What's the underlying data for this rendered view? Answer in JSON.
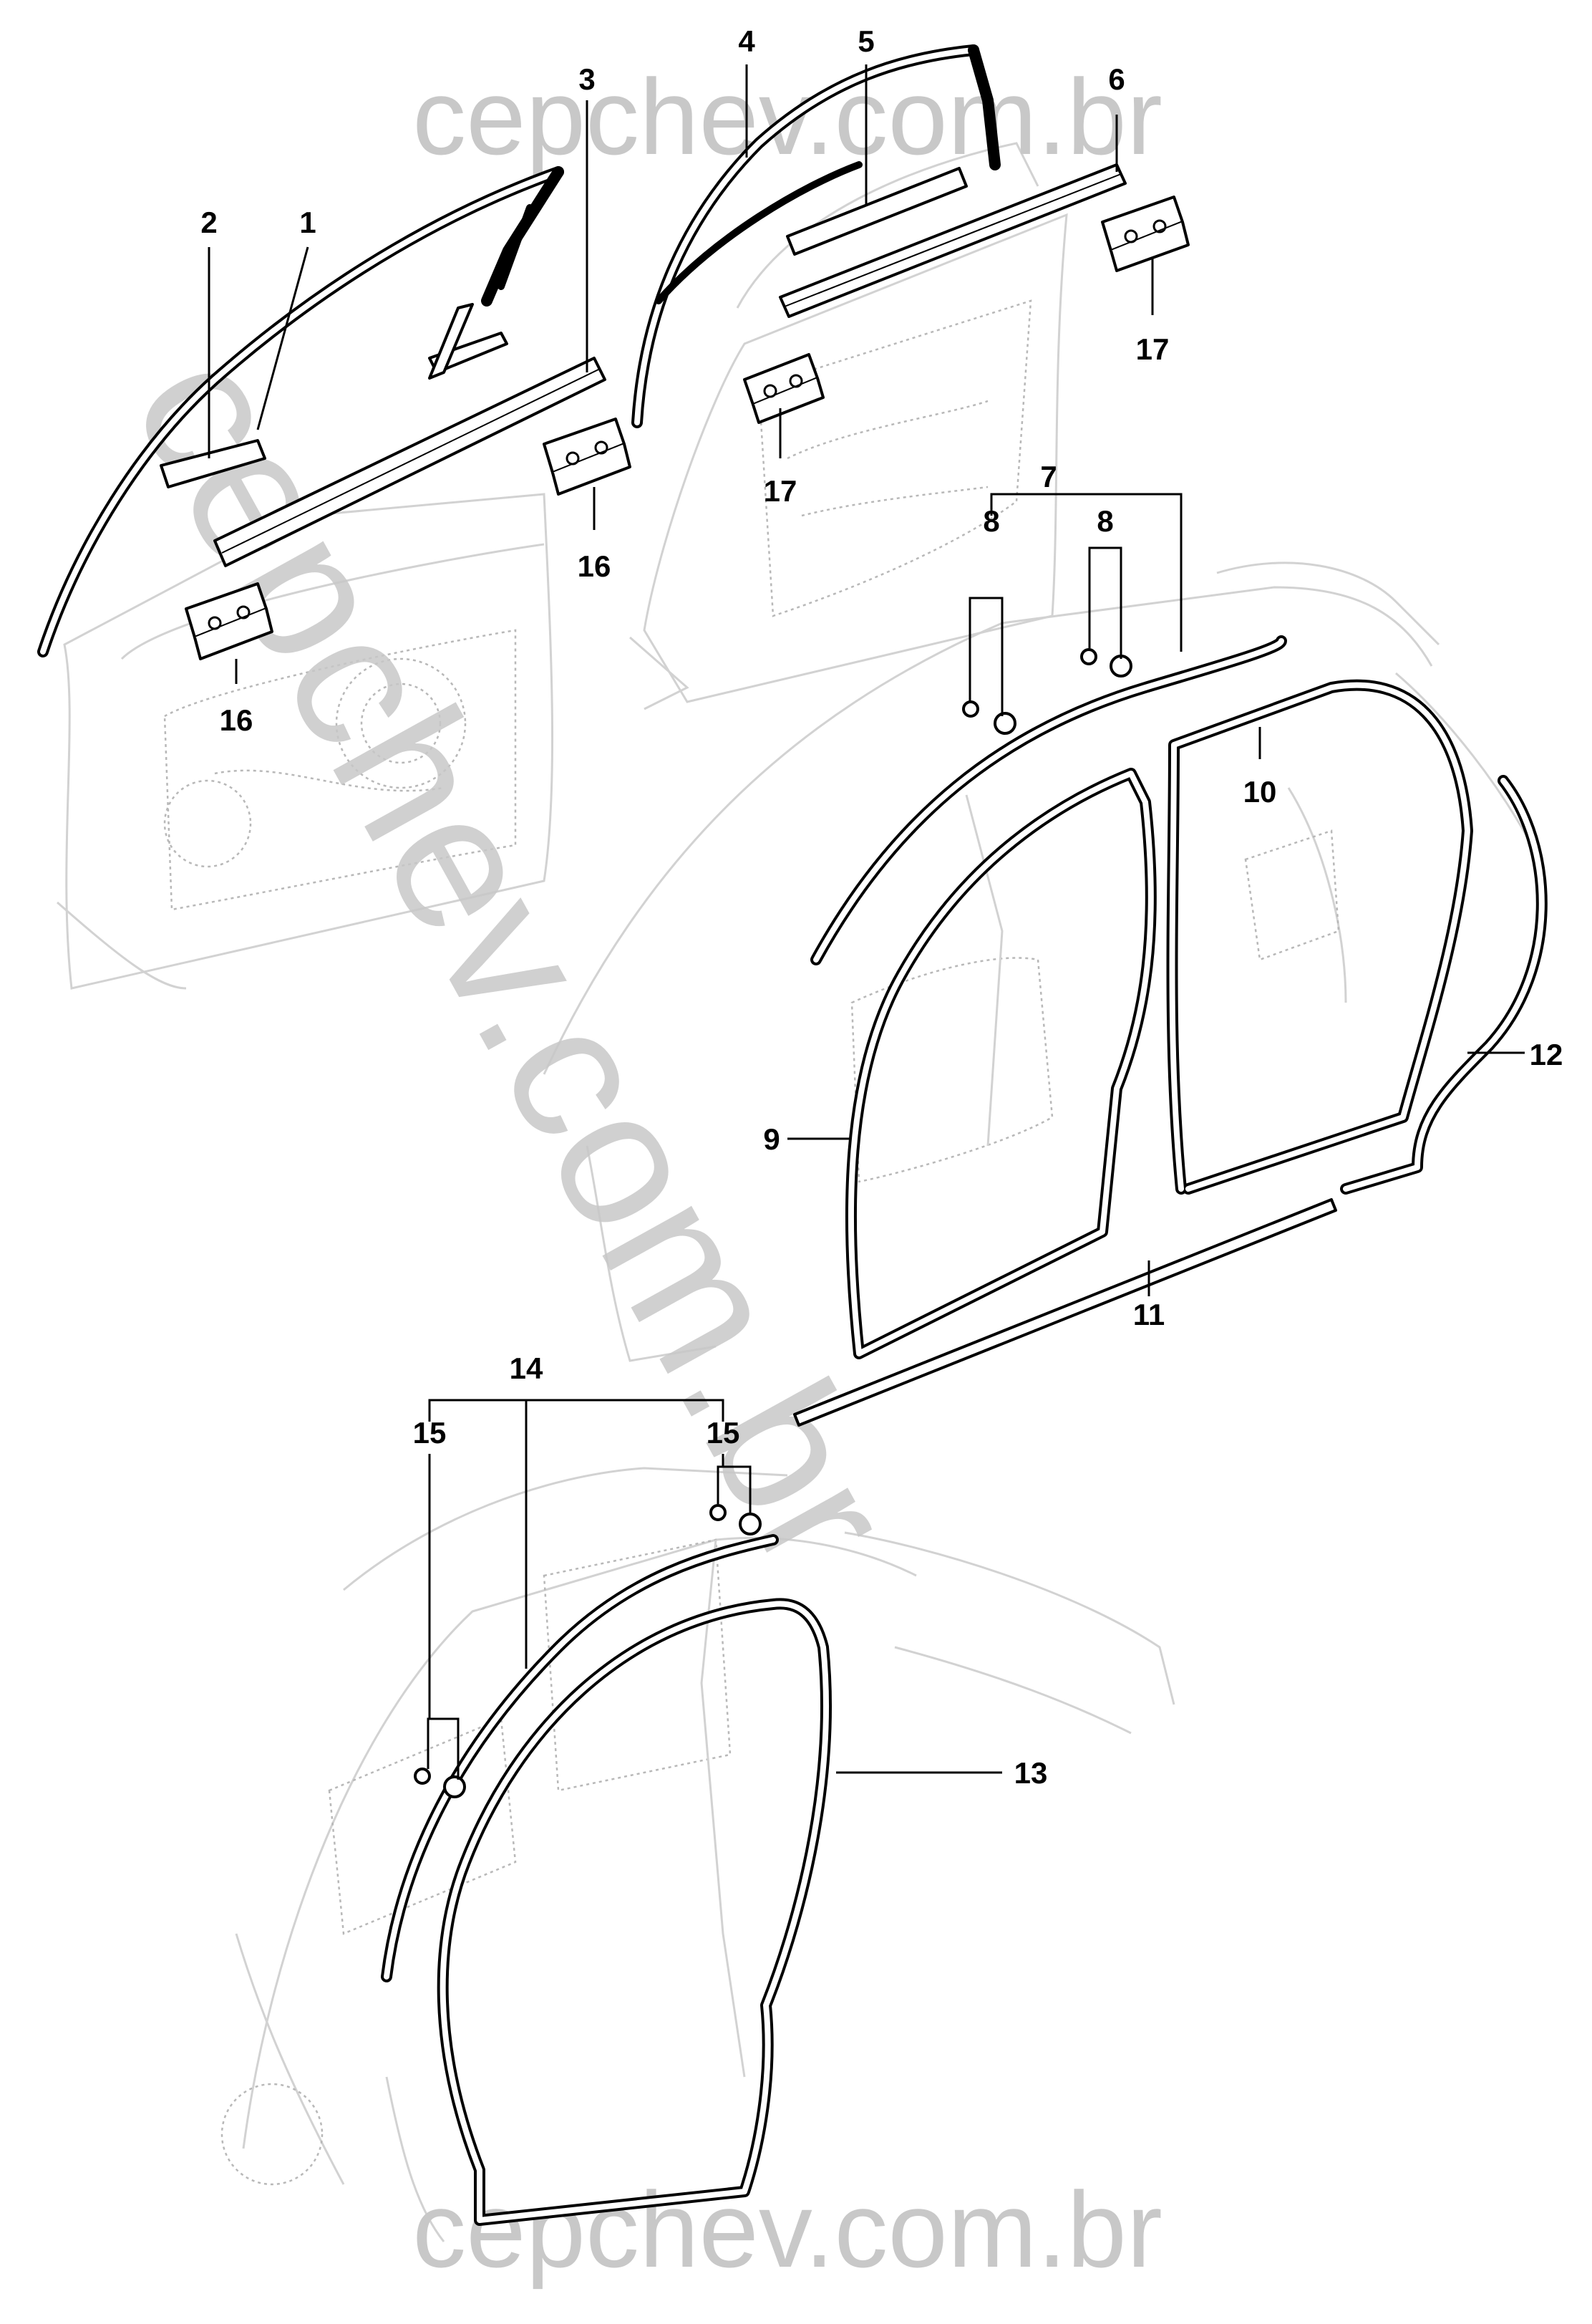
{
  "watermark": {
    "top": "cepchev.com.br",
    "bottom": "cepchev.com.br",
    "diagonal": "cepchev.com.br",
    "color": "#c8c8c8"
  },
  "callouts": {
    "c1": "1",
    "c2": "2",
    "c3": "3",
    "c4": "4",
    "c5": "5",
    "c6": "6",
    "c7": "7",
    "c8a": "8",
    "c8b": "8",
    "c9": "9",
    "c10": "10",
    "c11": "11",
    "c12": "12",
    "c13": "13",
    "c14": "14",
    "c15a": "15",
    "c15b": "15",
    "c16a": "16",
    "c16b": "16",
    "c17a": "17",
    "c17b": "17"
  },
  "parts": [
    {
      "ref": "1",
      "icon": "window-outer-channel"
    },
    {
      "ref": "2",
      "icon": "front-window-trim"
    },
    {
      "ref": "3",
      "icon": "front-belt-molding"
    },
    {
      "ref": "4",
      "icon": "rear-door-frame-seal"
    },
    {
      "ref": "5",
      "icon": "rear-window-trim"
    },
    {
      "ref": "6",
      "icon": "rear-belt-molding"
    },
    {
      "ref": "7",
      "icon": "roof-rail-seal"
    },
    {
      "ref": "8",
      "icon": "screw-and-washer"
    },
    {
      "ref": "9",
      "icon": "front-door-opening-seal"
    },
    {
      "ref": "10",
      "icon": "rear-door-opening-seal"
    },
    {
      "ref": "11",
      "icon": "sill-seal"
    },
    {
      "ref": "12",
      "icon": "wheel-arch-seal"
    },
    {
      "ref": "13",
      "icon": "door-opening-seal"
    },
    {
      "ref": "14",
      "icon": "upper-seal"
    },
    {
      "ref": "15",
      "icon": "screw-and-washer"
    },
    {
      "ref": "16",
      "icon": "front-clip-bracket"
    },
    {
      "ref": "17",
      "icon": "rear-clip-bracket"
    }
  ]
}
